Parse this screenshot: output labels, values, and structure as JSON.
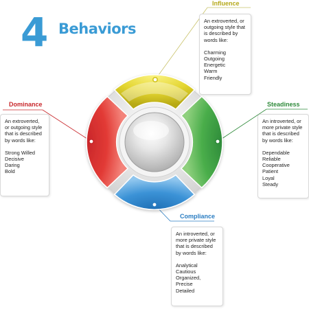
{
  "title": {
    "number": "4",
    "word": "Behaviors"
  },
  "colors": {
    "title": "#3a9bd5",
    "influence": "#d2c422",
    "steadiness": "#2e8a3a",
    "compliance": "#2a7dc2",
    "dominance": "#c8262a",
    "center": "#bdbdbd"
  },
  "quadrants": {
    "influence": {
      "label": "Influence",
      "description": "An extroverted, or outgoing style that is described by words like:",
      "words": [
        "Charming",
        "Outgoing",
        "Energetic",
        "Warm",
        "Friendly"
      ]
    },
    "dominance": {
      "label": "Dominance",
      "description": "An extroverted, or outgoing style that is described by words like:",
      "words": [
        "Strong Willed",
        "Decisive",
        "Daring",
        "Bold"
      ]
    },
    "steadiness": {
      "label": "Steadiness",
      "description": "An introverted, or more private style that is described by words like:",
      "words": [
        "Dependable",
        "Reliable",
        "Cooperative",
        "Patient",
        "Loyal",
        "Steady"
      ]
    },
    "compliance": {
      "label": "Compliance",
      "description": "An introverted, or more private style that is described by words like:",
      "words": [
        "Analytical",
        "Cautious",
        "Organized,",
        "Precise",
        "Detailed"
      ]
    }
  }
}
